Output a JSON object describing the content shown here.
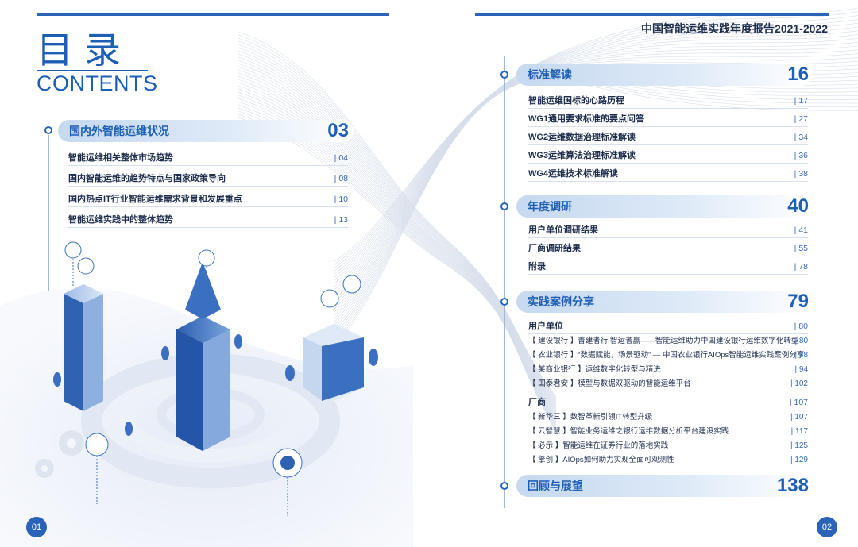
{
  "left": {
    "title_cn": "目录",
    "title_en": "CONTENTS",
    "page_number": "01",
    "section": {
      "label": "国内外智能运维状况",
      "number": "03",
      "items": [
        {
          "label": "智能运维相关整体市场趋势",
          "page": "| 04"
        },
        {
          "label": "国内智能运维的趋势特点与国家政策导向",
          "page": "| 08"
        },
        {
          "label": "国内热点IT行业智能运维需求背景和发展重点",
          "page": "| 10"
        },
        {
          "label": "智能运维实践中的整体趋势",
          "page": "| 13"
        }
      ]
    }
  },
  "right": {
    "report_title": "中国智能运维实践年度报告2021-2022",
    "page_number": "02",
    "sections": [
      {
        "label": "标准解读",
        "number": "16",
        "items": [
          {
            "label": "智能运维国标的心路历程",
            "page": "| 17"
          },
          {
            "label": "WG1通用要求标准的要点问答",
            "page": "| 27"
          },
          {
            "label": "WG2运维数据治理标准解读",
            "page": "| 34"
          },
          {
            "label": "WG3运维算法治理标准解读",
            "page": "| 36"
          },
          {
            "label": "WG4运维技术标准解读",
            "page": "| 38"
          }
        ]
      },
      {
        "label": "年度调研",
        "number": "40",
        "items": [
          {
            "label": "用户单位调研结果",
            "page": "| 41"
          },
          {
            "label": "厂商调研结果",
            "page": "| 55"
          },
          {
            "label": "附录",
            "page": "| 78"
          }
        ]
      },
      {
        "label": "实践案例分享",
        "number": "79",
        "groups": [
          {
            "label": "用户单位",
            "page": "| 80",
            "items": [
              {
                "label": "【 建设银行 】善建者行 智运者赢——智能运维助力中国建设银行运维数字化转型",
                "page": "| 80"
              },
              {
                "label": "【 农业银行 】“数据赋能，场景驱动” — 中国农业银行AIOps智能运维实践案例分享",
                "page": "| 88"
              },
              {
                "label": "【 某商业银行 】运维数字化转型与精进",
                "page": "| 94"
              },
              {
                "label": "【 国泰君安 】模型与数据双驱动的智能运维平台",
                "page": "| 102"
              }
            ]
          },
          {
            "label": "厂商",
            "page": "| 107",
            "items": [
              {
                "label": "【 新华三 】数智革新引领IT转型升级",
                "page": "| 107"
              },
              {
                "label": "【 云智慧 】智能业务运维之银行运维数据分析平台建设实践",
                "page": "| 117"
              },
              {
                "label": "【 必示 】智能运维在证券行业的落地实践",
                "page": "| 125"
              },
              {
                "label": "【 擎创 】AIOps如何助力实现全面可观测性",
                "page": "| 129"
              }
            ]
          }
        ]
      },
      {
        "label": "回顾与展望",
        "number": "138"
      }
    ]
  },
  "colors": {
    "accent": "#1d5fb4",
    "pill": "#c6d9f0",
    "line": "#9fb8dc"
  }
}
